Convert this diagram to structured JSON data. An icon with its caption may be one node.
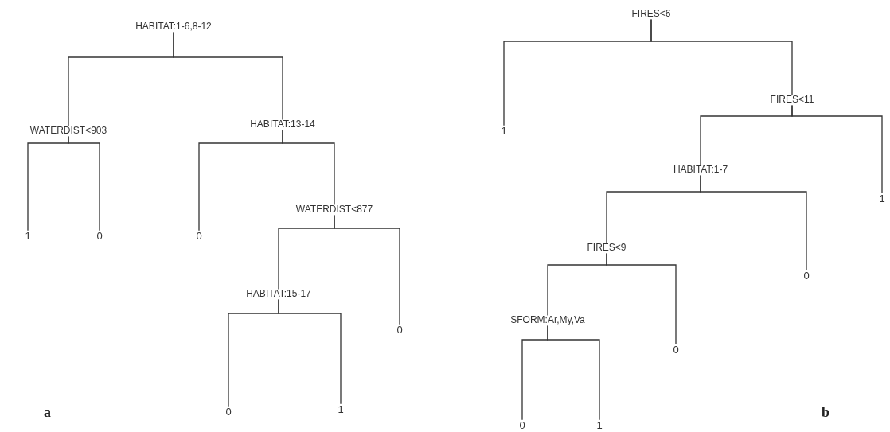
{
  "diagram": {
    "nodes": [
      {
        "text": [
          "HABITAT:1-6,8-12"
        ]
      },
      {
        "text": [
          "WATERDIST<903"
        ]
      },
      {
        "text": [
          "1"
        ]
      },
      {
        "text": [
          "0"
        ]
      },
      {
        "text": [
          "HABITAT:13-14"
        ]
      },
      {
        "text": [
          "0"
        ]
      },
      {
        "text": [
          "WATERDIST<877"
        ]
      },
      {
        "text": [
          "HABITAT:15-17"
        ]
      },
      {
        "text": [
          "0"
        ]
      },
      {
        "text": [
          "1"
        ]
      },
      {
        "text": [
          "0"
        ]
      },
      {
        "text": [
          "FIRES<6"
        ]
      },
      {
        "text": [
          "1"
        ]
      },
      {
        "text": [
          "FIRES<11"
        ]
      },
      {
        "text": [
          "HABITAT:1-7"
        ]
      },
      {
        "text": [
          "1"
        ]
      },
      {
        "text": [
          "FIRES<9"
        ]
      },
      {
        "text": [
          "0"
        ]
      },
      {
        "text": [
          "SFORM:Ar,My,Va"
        ]
      },
      {
        "text": [
          "0"
        ]
      },
      {
        "text": [
          "0"
        ]
      },
      {
        "text": [
          "1"
        ]
      }
    ],
    "edges": [
      {
        "from": 0,
        "to": 1,
        "arrow": "none"
      },
      {
        "from": 0,
        "to": 4,
        "arrow": "none"
      },
      {
        "from": 1,
        "to": 2,
        "arrow": "none"
      },
      {
        "from": 1,
        "to": 3,
        "arrow": "none"
      },
      {
        "from": 4,
        "to": 5,
        "arrow": "none"
      },
      {
        "from": 4,
        "to": 6,
        "arrow": "none"
      },
      {
        "from": 6,
        "to": 7,
        "arrow": "none"
      },
      {
        "from": 6,
        "to": 10,
        "arrow": "none"
      },
      {
        "from": 7,
        "to": 8,
        "arrow": "none"
      },
      {
        "from": 7,
        "to": 9,
        "arrow": "none"
      },
      {
        "from": 11,
        "to": 12,
        "arrow": "none"
      },
      {
        "from": 11,
        "to": 13,
        "arrow": "none"
      },
      {
        "from": 13,
        "to": 14,
        "arrow": "none"
      },
      {
        "from": 13,
        "to": 15,
        "arrow": "none"
      },
      {
        "from": 14,
        "to": 16,
        "arrow": "none"
      },
      {
        "from": 14,
        "to": 17,
        "arrow": "none"
      },
      {
        "from": 16,
        "to": 18,
        "arrow": "none"
      },
      {
        "from": 16,
        "to": 19,
        "arrow": "none"
      },
      {
        "from": 18,
        "to": 20,
        "arrow": "none"
      },
      {
        "from": 18,
        "to": 21,
        "arrow": "none"
      }
    ],
    "labels": [
      "a",
      "b"
    ]
  }
}
